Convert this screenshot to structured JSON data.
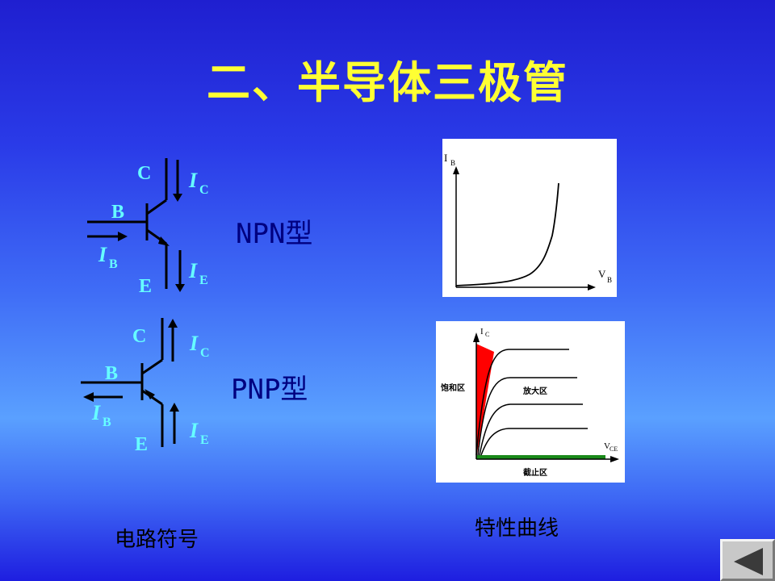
{
  "slide": {
    "title": "二、半导体三极管",
    "npn_label": "NPN型",
    "pnp_label": "PNP型",
    "circuit_caption": "电路符号",
    "curve_caption": "特性曲线"
  },
  "npn": {
    "c": "C",
    "b": "B",
    "e": "E",
    "ic_main": "I",
    "ic_sub": "C",
    "ib_main": "I",
    "ib_sub": "B",
    "ie_main": "I",
    "ie_sub": "E"
  },
  "pnp": {
    "c": "C",
    "b": "B",
    "e": "E",
    "ic_main": "I",
    "ic_sub": "C",
    "ib_main": "I",
    "ib_sub": "B",
    "ie_main": "I",
    "ie_sub": "E"
  },
  "input_curve": {
    "y_label": "I",
    "y_sub": "B",
    "x_label": "V",
    "x_sub": "B"
  },
  "output_curve": {
    "y_label": "I",
    "y_sub": "C",
    "x_label": "V",
    "x_sub": "CE",
    "saturation_region": "饱和区",
    "active_region": "放大区",
    "cutoff_region": "截止区"
  },
  "colors": {
    "title": "#ffff33",
    "symbol_text": "#66ffff",
    "type_text": "#000080",
    "saturation": "#ff0000",
    "cutoff": "#1a8a1a"
  },
  "nav": {
    "icon": "back-triangle-icon"
  }
}
